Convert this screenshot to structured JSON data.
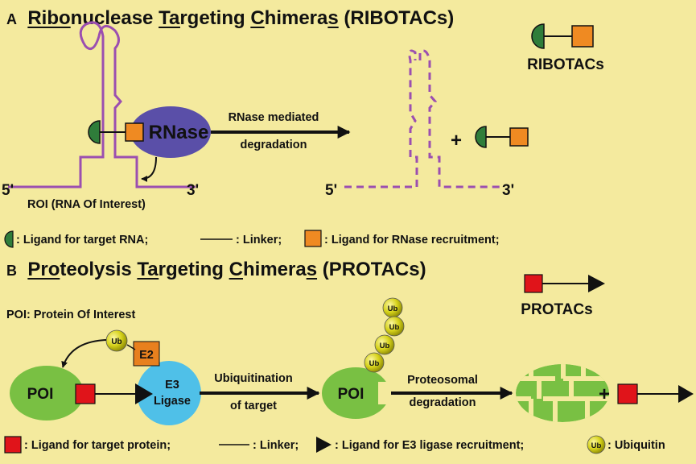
{
  "panel_a": {
    "letter": "A",
    "title": {
      "segments": [
        {
          "text": "Ribo",
          "u": true
        },
        {
          "text": "nuclease ",
          "u": false
        },
        {
          "text": "Ta",
          "u": true
        },
        {
          "text": "rgeting ",
          "u": false
        },
        {
          "text": "C",
          "u": true
        },
        {
          "text": "himera",
          "u": false
        },
        {
          "text": "s",
          "u": true
        },
        {
          "text": " (RIBOTACs)",
          "u": false
        }
      ]
    },
    "rnase_label": "RNase",
    "five_prime": "5'",
    "three_prime": "3'",
    "roi_label": "ROI (RNA Of Interest)",
    "arrow_label_line1": "RNase mediated",
    "arrow_label_line2": "degradation",
    "plus": "+",
    "degraded_five_prime": "5'",
    "degraded_three_prime": "3'",
    "key_label": "RIBOTACs",
    "legend": {
      "ligand_rna": ": Ligand for target RNA;",
      "linker": ": Linker;",
      "ligand_rnase": ": Ligand for RNase recruitment;"
    }
  },
  "panel_b": {
    "letter": "B",
    "title": {
      "segments": [
        {
          "text": "Pro",
          "u": true
        },
        {
          "text": "teolysis ",
          "u": false
        },
        {
          "text": "Ta",
          "u": true
        },
        {
          "text": "rgeting ",
          "u": false
        },
        {
          "text": "C",
          "u": true
        },
        {
          "text": "himera",
          "u": false
        },
        {
          "text": "s",
          "u": true
        },
        {
          "text": " (PROTACs)",
          "u": false
        }
      ]
    },
    "poi_definition": "POI: Protein Of Interest",
    "key_label": "PROTACs",
    "poi_label": "POI",
    "poi_label_2": "POI",
    "e2_label": "E2",
    "e3_line1": "E3",
    "e3_line2": "Ligase",
    "ub_label": "Ub",
    "step1_line1": "Ubiquitination",
    "step1_line2": "of target",
    "step2_line1": "Proteosomal",
    "step2_line2": "degradation",
    "plus": "+",
    "legend": {
      "ligand_protein": ": Ligand for target protein;",
      "linker": ": Linker;",
      "ligand_e3": ": Ligand for E3 ligase recruitment;",
      "ubiquitin": ": Ubiquitin",
      "ub_icon": "Ub"
    }
  },
  "colors": {
    "background": "#f4ea9e",
    "rna_purple": "#9b4fb0",
    "rnase_blue": "#5a4fa8",
    "ligand_green": "#2f7d3a",
    "ligand_orange": "#ef8a22",
    "poi_green": "#79c043",
    "e3_blue": "#4fc0e8",
    "e2_orange": "#e8801e",
    "protac_red": "#e0141a",
    "ub_yellow": "#cfcb13"
  }
}
